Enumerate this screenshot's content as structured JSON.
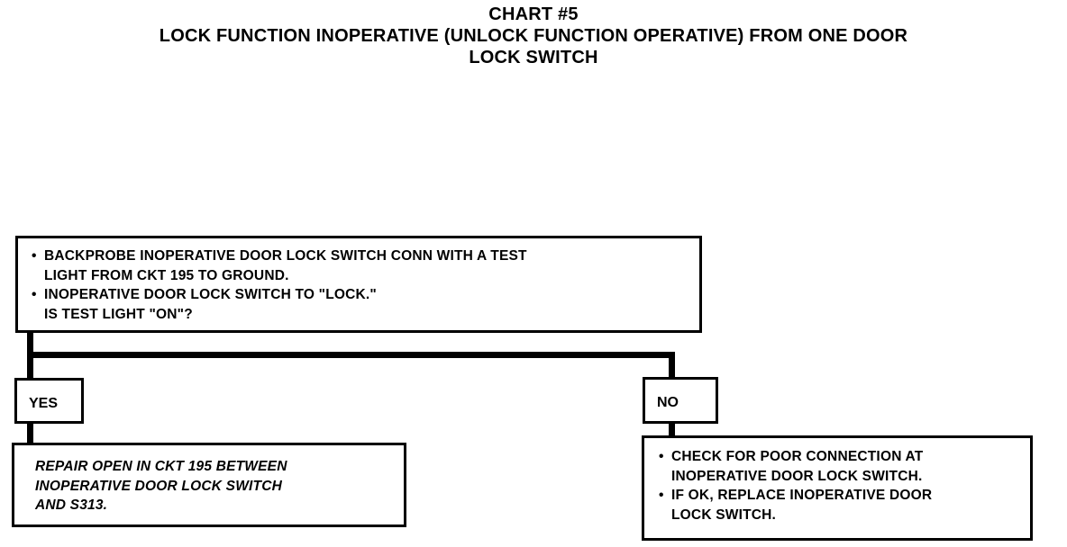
{
  "title": {
    "line1": "CHART #5",
    "line2": "LOCK FUNCTION INOPERATIVE (UNLOCK FUNCTION OPERATIVE) FROM ONE DOOR",
    "line3": "LOCK SWITCH"
  },
  "decision": {
    "bullet1_line1": "BACKPROBE INOPERATIVE DOOR LOCK SWITCH CONN WITH A TEST",
    "bullet1_line2": "LIGHT FROM CKT 195 TO GROUND.",
    "bullet2_line1": "INOPERATIVE DOOR LOCK SWITCH TO \"LOCK.\"",
    "bullet2_line2": "IS TEST LIGHT \"ON\"?"
  },
  "branches": {
    "yes_label": "YES",
    "no_label": "NO"
  },
  "yes_result": {
    "line1": "REPAIR OPEN IN CKT 195 BETWEEN",
    "line2": "INOPERATIVE DOOR LOCK SWITCH",
    "line3": "AND S313."
  },
  "no_result": {
    "bullet1_line1": "CHECK FOR POOR CONNECTION AT",
    "bullet1_line2": "INOPERATIVE DOOR LOCK SWITCH.",
    "bullet2_line1": "IF OK, REPLACE INOPERATIVE DOOR",
    "bullet2_line2": "LOCK SWITCH."
  },
  "colors": {
    "ink": "#000000",
    "paper": "#ffffff"
  }
}
